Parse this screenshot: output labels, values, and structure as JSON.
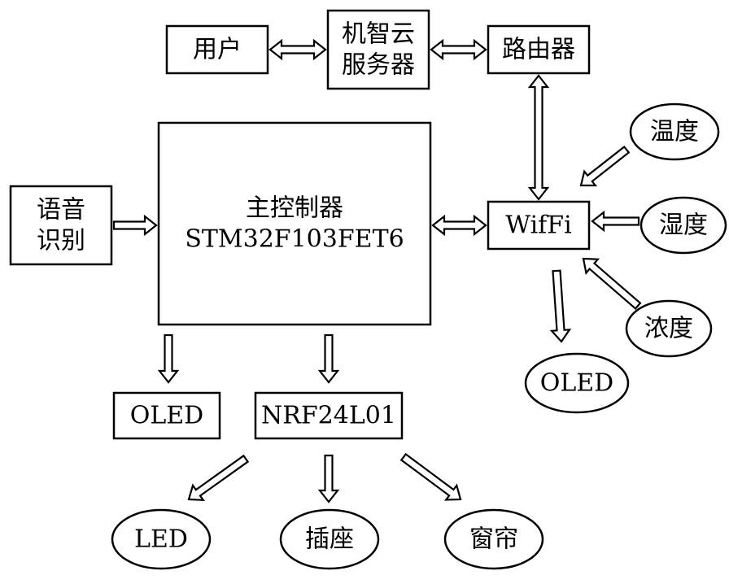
{
  "nodes": {
    "user": [
      "用户"
    ],
    "cloud": [
      "机智云",
      "服务器"
    ],
    "router": [
      "路由器"
    ],
    "voice": [
      "语音",
      "识别"
    ],
    "mcu": [
      "主控制器",
      "STM32F103FET6"
    ],
    "wifi": [
      "WifFi"
    ],
    "temp": [
      "温度"
    ],
    "humidity": [
      "湿度"
    ],
    "concentration": [
      "浓度"
    ],
    "oled_wifi": [
      "OLED"
    ],
    "oled_main": [
      "OLED"
    ],
    "nrf": [
      "NRF24L01"
    ],
    "led": [
      "LED"
    ],
    "socket": [
      "插座"
    ],
    "curtain": [
      "窗帘"
    ]
  },
  "edges": [
    {
      "from": "user",
      "to": "cloud",
      "direction": "both"
    },
    {
      "from": "cloud",
      "to": "router",
      "direction": "both"
    },
    {
      "from": "router",
      "to": "wifi",
      "direction": "both"
    },
    {
      "from": "voice",
      "to": "mcu",
      "direction": "forward"
    },
    {
      "from": "mcu",
      "to": "wifi",
      "direction": "both"
    },
    {
      "from": "temp",
      "to": "wifi",
      "direction": "forward"
    },
    {
      "from": "humidity",
      "to": "wifi",
      "direction": "forward"
    },
    {
      "from": "concentration",
      "to": "wifi",
      "direction": "forward"
    },
    {
      "from": "wifi",
      "to": "oled_wifi",
      "direction": "forward"
    },
    {
      "from": "mcu",
      "to": "oled_main",
      "direction": "forward"
    },
    {
      "from": "mcu",
      "to": "nrf",
      "direction": "forward"
    },
    {
      "from": "nrf",
      "to": "led",
      "direction": "forward"
    },
    {
      "from": "nrf",
      "to": "socket",
      "direction": "forward"
    },
    {
      "from": "nrf",
      "to": "curtain",
      "direction": "forward"
    }
  ]
}
